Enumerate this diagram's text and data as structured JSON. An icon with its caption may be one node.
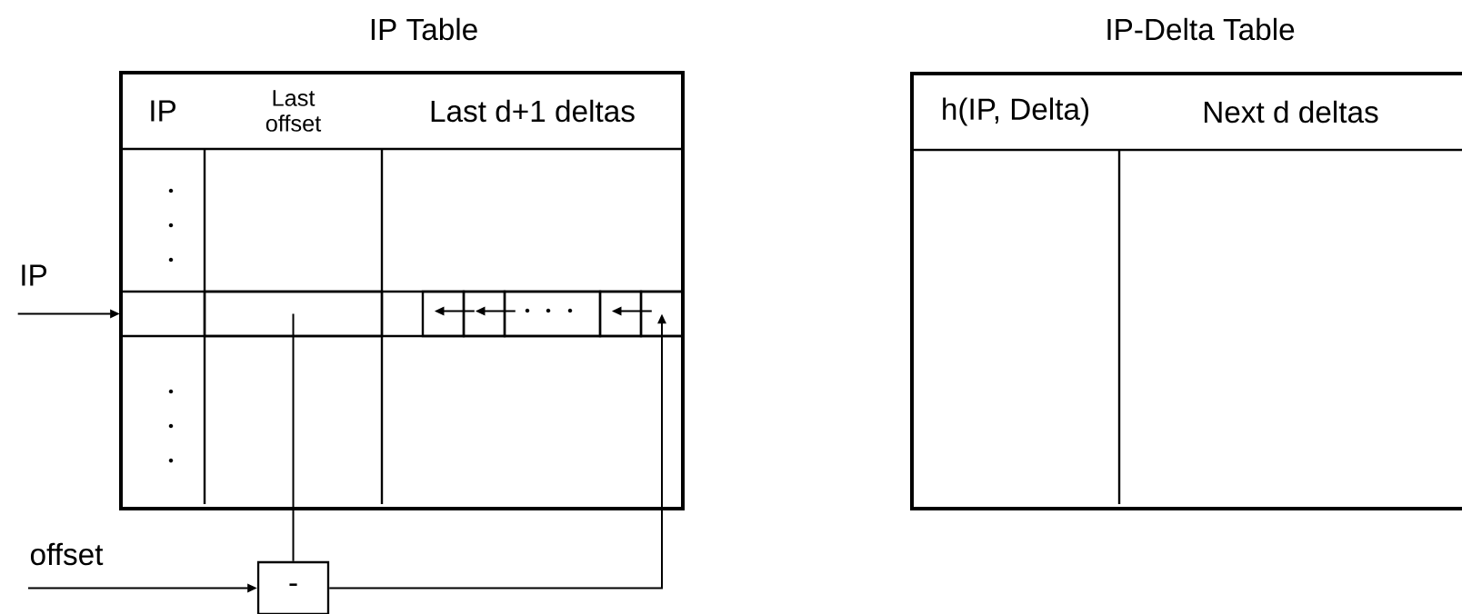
{
  "diagram": {
    "nodes": [
      {
        "text": [
          "IP Table"
        ]
      },
      {
        "text": [
          "IP"
        ],
        "in": 0
      },
      {
        "text": [
          "Last offset"
        ],
        "in": 0
      },
      {
        "text": [
          "Last d+1 deltas"
        ],
        "in": 0
      },
      {
        "text": [],
        "shape": "box",
        "in": 0
      },
      {
        "text": [],
        "shape": "box",
        "in": 4
      },
      {
        "text": [],
        "shape": "box",
        "in": 4
      },
      {
        "text": [],
        "shape": "box",
        "in": 4
      },
      {
        "text": [],
        "shape": "box",
        "in": 4
      },
      {
        "text": [],
        "shape": "box",
        "in": 4
      },
      {
        "text": [],
        "shape": "box",
        "in": 4
      },
      {
        "text": [
          "IP-Delta Table"
        ]
      },
      {
        "text": [
          "h(IP, Delta)"
        ],
        "in": 11
      },
      {
        "text": [
          "Next d deltas"
        ],
        "in": 11
      },
      {
        "text": [
          "IP"
        ]
      },
      {
        "text": [
          "offset"
        ]
      },
      {
        "text": [
          "-"
        ]
      }
    ],
    "edges": [
      {
        "from": 14,
        "to": 4,
        "arrow": "to"
      },
      {
        "from": 7,
        "to": 6,
        "arrow": "to"
      },
      {
        "from": 8,
        "to": 7,
        "arrow": "to"
      },
      {
        "from": 10,
        "to": 9,
        "arrow": "to"
      },
      {
        "from": 15,
        "to": 16,
        "arrow": "to"
      },
      {
        "from": 5,
        "to": 16,
        "arrow": "none"
      },
      {
        "from": 16,
        "to": 10,
        "arrow": "to"
      }
    ]
  }
}
